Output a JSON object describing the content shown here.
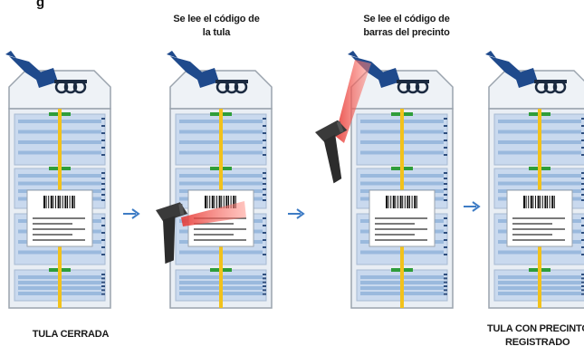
{
  "header": {
    "title_fragment": "g"
  },
  "steps": [
    {
      "top_caption": "",
      "bottom_caption": "TULA CERRADA"
    },
    {
      "top_caption_line1": "Se lee el código de",
      "top_caption_line2": "la tula",
      "bottom_caption": ""
    },
    {
      "top_caption_line1": "Se lee el código de",
      "top_caption_line2": "barras del precinto",
      "bottom_caption": ""
    },
    {
      "top_caption": "",
      "bottom_caption_line1": "TULA CON PRECINTO",
      "bottom_caption_line2": "REGISTRADO"
    }
  ],
  "colors": {
    "bag_outline": "#9aa3ad",
    "panel_fill": "#c9d9ee",
    "stripe_fill": "#8fb0d8",
    "zipper_yellow": "#f2c21b",
    "tab_green": "#2f9d3a",
    "seal_blue": "#1f4a8c",
    "arrow_blue": "#3e7cc5",
    "scanner_gray": "#3a3a3a",
    "laser_red": "#e53935"
  },
  "icons": [
    "bag-icon",
    "seal-icon",
    "barcode-label-icon",
    "scanner-icon",
    "arrow-right-icon"
  ]
}
